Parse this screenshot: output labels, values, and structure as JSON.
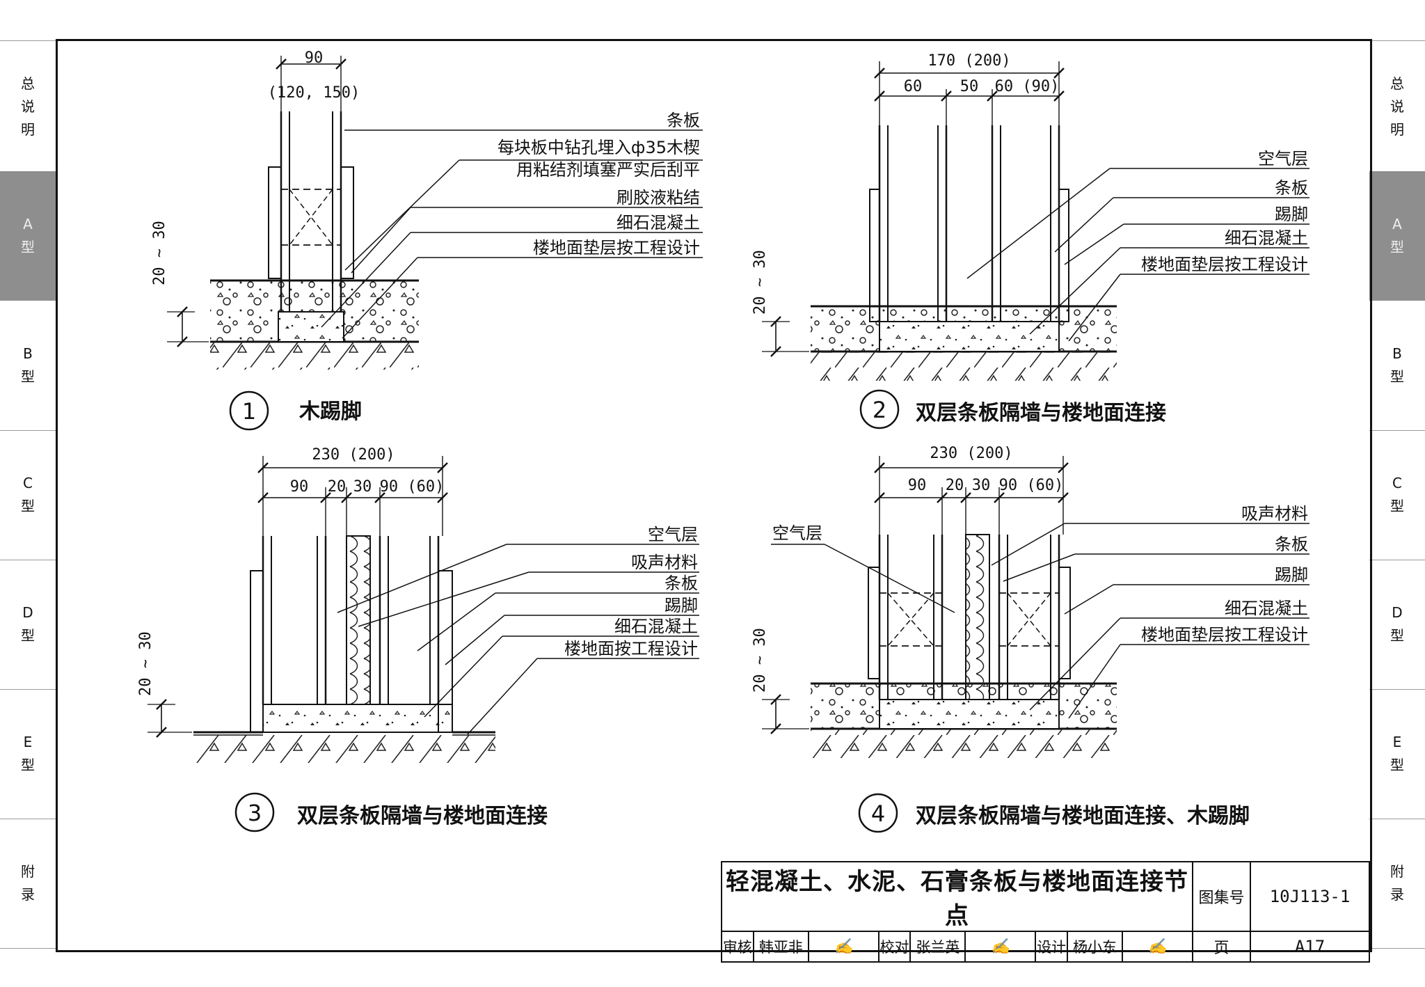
{
  "side_tabs": [
    "总说明",
    "A型",
    "B型",
    "C型",
    "D型",
    "E型",
    "附录"
  ],
  "active_tab_index": 1,
  "details": [
    {
      "number": "1",
      "caption": "木踢脚",
      "dims": [
        "90",
        "(120, 150)",
        "20 ~ 30"
      ],
      "labels": [
        "条板",
        "每块板中钻孔埋入ф35木楔",
        "用粘结剂填塞严实后刮平",
        "刷胶液粘结",
        "细石混凝土",
        "楼地面垫层按工程设计"
      ]
    },
    {
      "number": "2",
      "caption": "双层条板隔墙与楼地面连接",
      "dims": [
        "170 (200)",
        "60",
        "50",
        "60 (90)",
        "20 ~ 30"
      ],
      "labels": [
        "空气层",
        "条板",
        "踢脚",
        "细石混凝土",
        "楼地面垫层按工程设计"
      ]
    },
    {
      "number": "3",
      "caption": "双层条板隔墙与楼地面连接",
      "dims": [
        "230 (200)",
        "90",
        "20",
        "30",
        "90 (60)",
        "20 ~ 30"
      ],
      "labels": [
        "空气层",
        "吸声材料",
        "条板",
        "踢脚",
        "细石混凝土",
        "楼地面按工程设计"
      ]
    },
    {
      "number": "4",
      "caption": "双层条板隔墙与楼地面连接、木踢脚",
      "dims": [
        "230 (200)",
        "90",
        "20",
        "30",
        "90 (60)",
        "20 ~ 30"
      ],
      "labels": [
        "空气层",
        "吸声材料",
        "条板",
        "踢脚",
        "细石混凝土",
        "楼地面垫层按工程设计"
      ]
    }
  ],
  "title_block": {
    "title": "轻混凝土、水泥、石膏条板与楼地面连接节点",
    "atlas_label": "图集号",
    "atlas_no": "10J113-1",
    "review_label": "审核",
    "reviewer": "韩亚非",
    "check_label": "校对",
    "checker": "张兰英",
    "design_label": "设计",
    "designer": "杨小东",
    "page_label": "页",
    "page_no": "A17"
  }
}
